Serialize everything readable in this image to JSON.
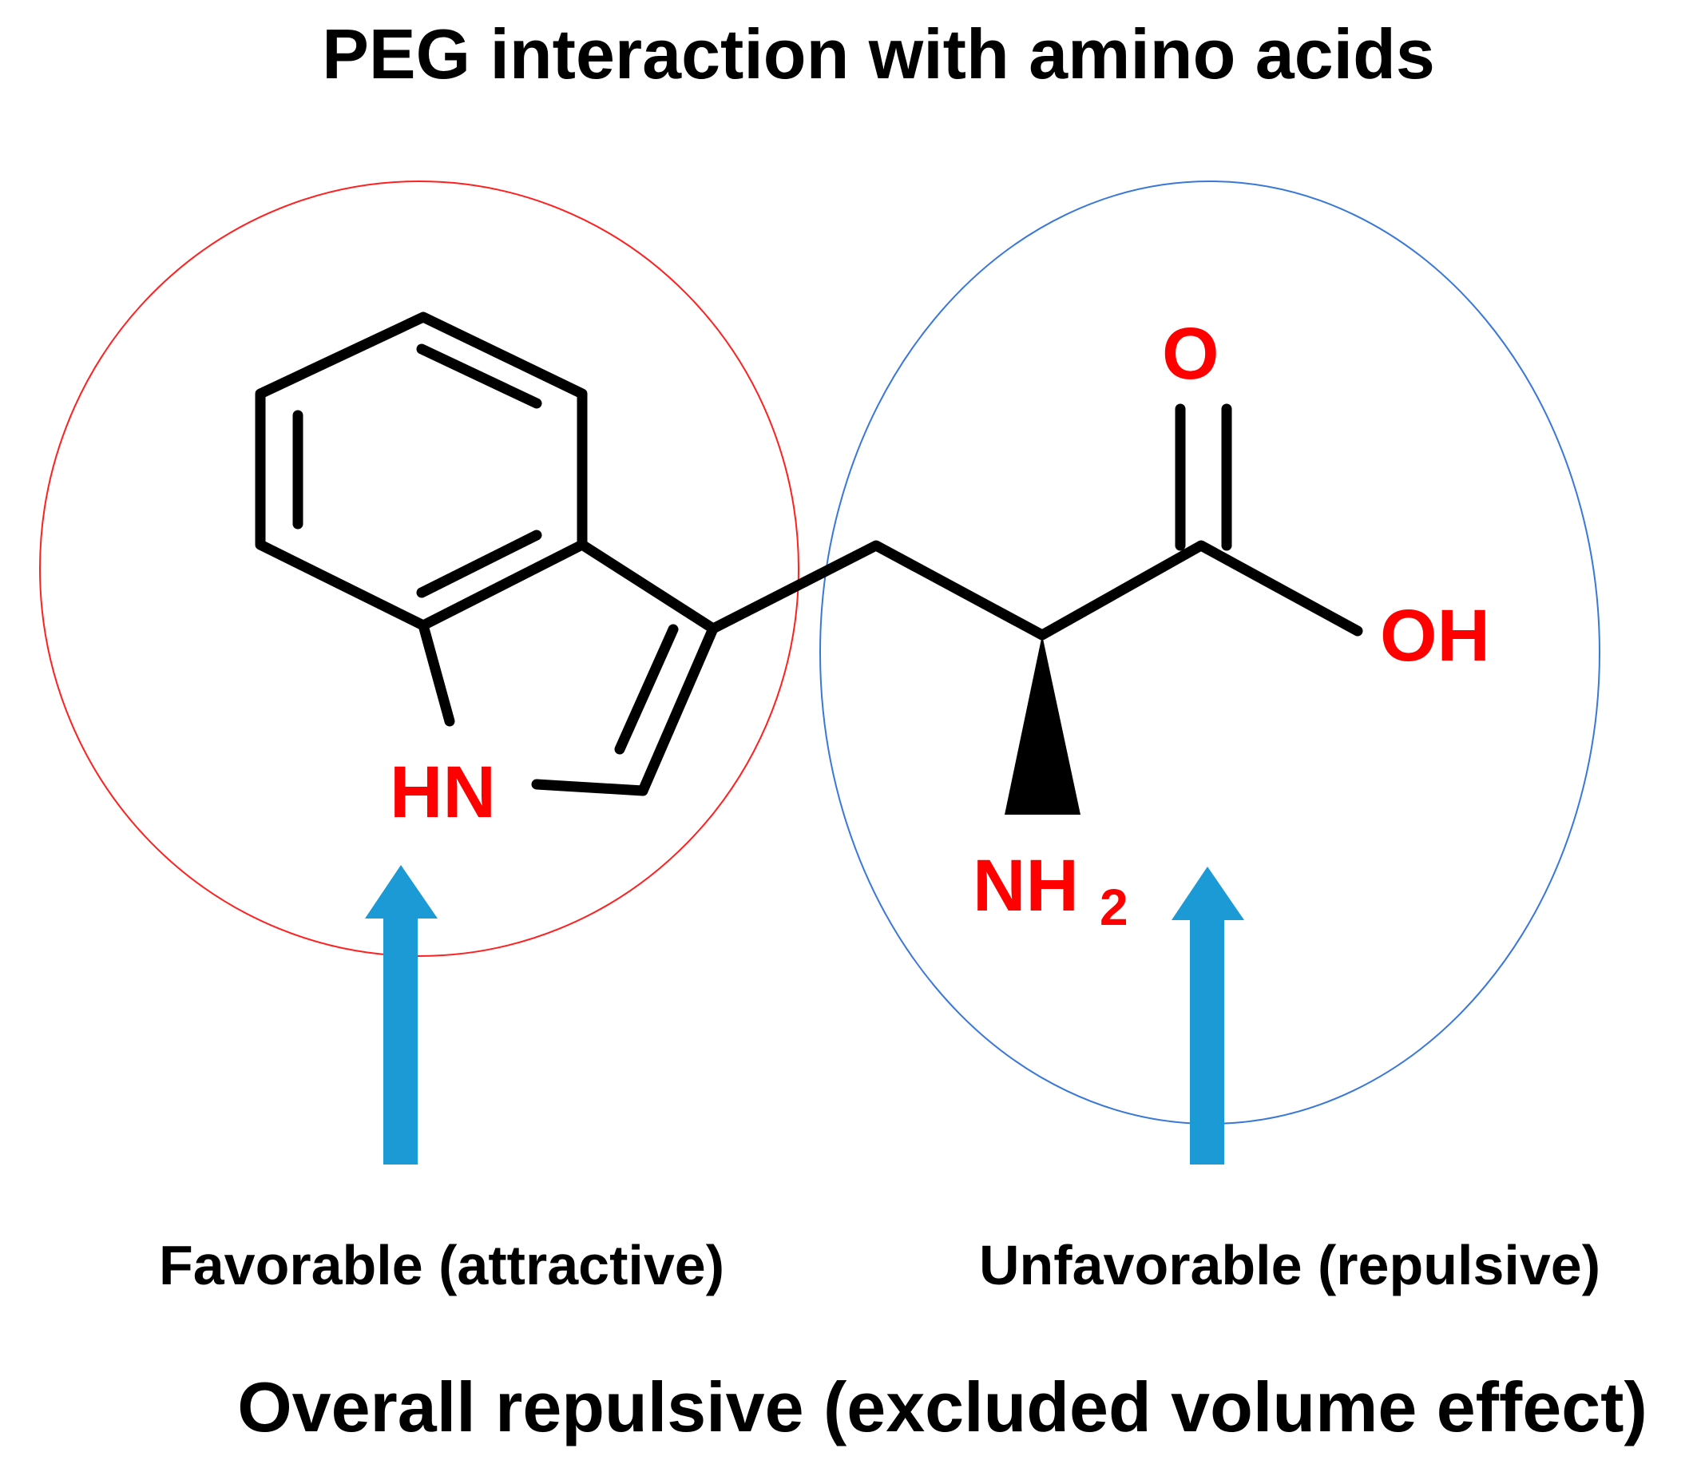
{
  "title": "PEG interaction with amino acids",
  "molecule": {
    "atoms": {
      "ring_nh": "HN",
      "carbonyl_o": "O",
      "hydroxyl": "OH",
      "amine_n": "NH",
      "amine_subscript": "2"
    }
  },
  "regions": [
    {
      "label": "Favorable (attractive)",
      "outline_color": "#ff2020"
    },
    {
      "label": "Unfavorable (repulsive)",
      "outline_color": "#3a78d8"
    }
  ],
  "conclusion": "Overall repulsive (excluded volume effect)",
  "colors": {
    "heteroatom": "#ff0000",
    "bond": "#000000",
    "arrow": "#1b9ad6",
    "text": "#000000"
  }
}
